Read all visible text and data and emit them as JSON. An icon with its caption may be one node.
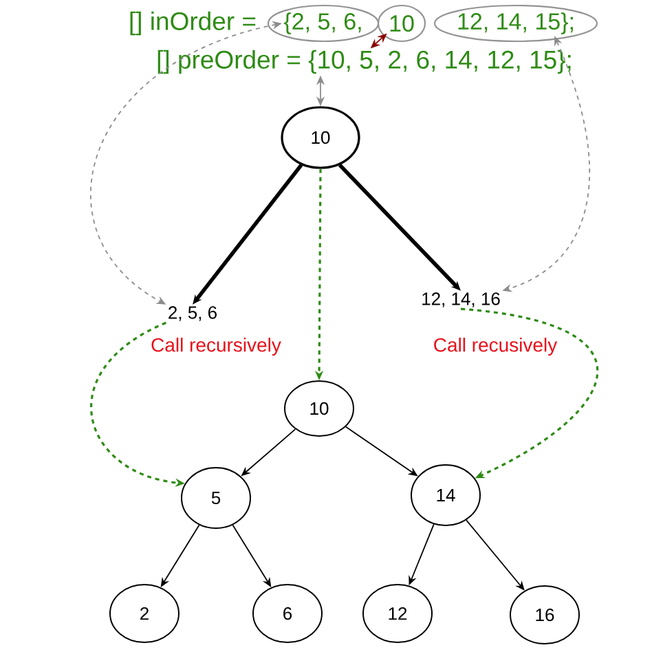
{
  "diagram": {
    "nodes": [
      {
        "text": [
          "{2, 5, 6,"
        ]
      },
      {
        "text": [
          "10"
        ]
      },
      {
        "text": [
          "12, 14, 15};"
        ]
      },
      {
        "text": [
          "[] preOrder = {10, 5, 2, 6, 14, 12, 15};"
        ]
      },
      {
        "text": [
          "10"
        ]
      },
      {
        "text": [
          "2, 5, 6"
        ]
      },
      {
        "text": [
          "12, 14, 16"
        ]
      },
      {
        "text": [
          "10"
        ]
      },
      {
        "text": [
          "5"
        ]
      },
      {
        "text": [
          "14"
        ]
      },
      {
        "text": [
          "2"
        ]
      },
      {
        "text": [
          "6"
        ]
      },
      {
        "text": [
          "12"
        ]
      },
      {
        "text": [
          "16"
        ]
      }
    ],
    "edges": [
      {
        "from": 3,
        "to": 4,
        "arrow": "both",
        "color": "#8c8c8c"
      },
      {
        "from": 3,
        "to": 1,
        "arrow": "both",
        "color": "#8b0000"
      },
      {
        "from": 0,
        "to": 5,
        "arrow": "both",
        "style": "dashed",
        "color": "#8c8c8c"
      },
      {
        "from": 2,
        "to": 6,
        "arrow": "both",
        "style": "dashed",
        "color": "#8c8c8c"
      },
      {
        "from": 4,
        "to": 5,
        "arrow": "to",
        "style": "thick"
      },
      {
        "from": 4,
        "to": 6,
        "arrow": "to",
        "style": "thick"
      },
      {
        "from": 4,
        "to": 7,
        "arrow": "to",
        "style": "dashed",
        "color": "#2e8b14"
      },
      {
        "from": 5,
        "to": 8,
        "arrow": "to",
        "style": "dashed",
        "color": "#2e8b14"
      },
      {
        "from": 6,
        "to": 9,
        "arrow": "to",
        "style": "dashed",
        "color": "#2e8b14"
      },
      {
        "from": 7,
        "to": 8,
        "arrow": "to"
      },
      {
        "from": 7,
        "to": 9,
        "arrow": "to"
      },
      {
        "from": 8,
        "to": 10,
        "arrow": "to"
      },
      {
        "from": 8,
        "to": 11,
        "arrow": "to"
      },
      {
        "from": 9,
        "to": 12,
        "arrow": "to"
      },
      {
        "from": 9,
        "to": 13,
        "arrow": "to"
      }
    ],
    "labels": [
      "[] inOrder =",
      "Call recursively",
      "Call recusively"
    ]
  }
}
